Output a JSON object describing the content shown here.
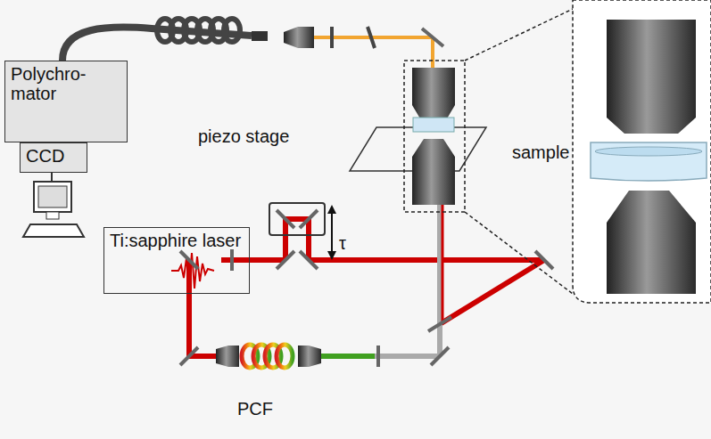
{
  "diagram": {
    "nodes": [
      {
        "text": [
          "Polychro- mator"
        ]
      },
      {
        "text": [
          "CCD"
        ]
      },
      {
        "text": [
          "Ti:sapphire laser"
        ]
      }
    ],
    "labels": [
      "piezo stage",
      "sample",
      "τ",
      "PCF"
    ]
  }
}
